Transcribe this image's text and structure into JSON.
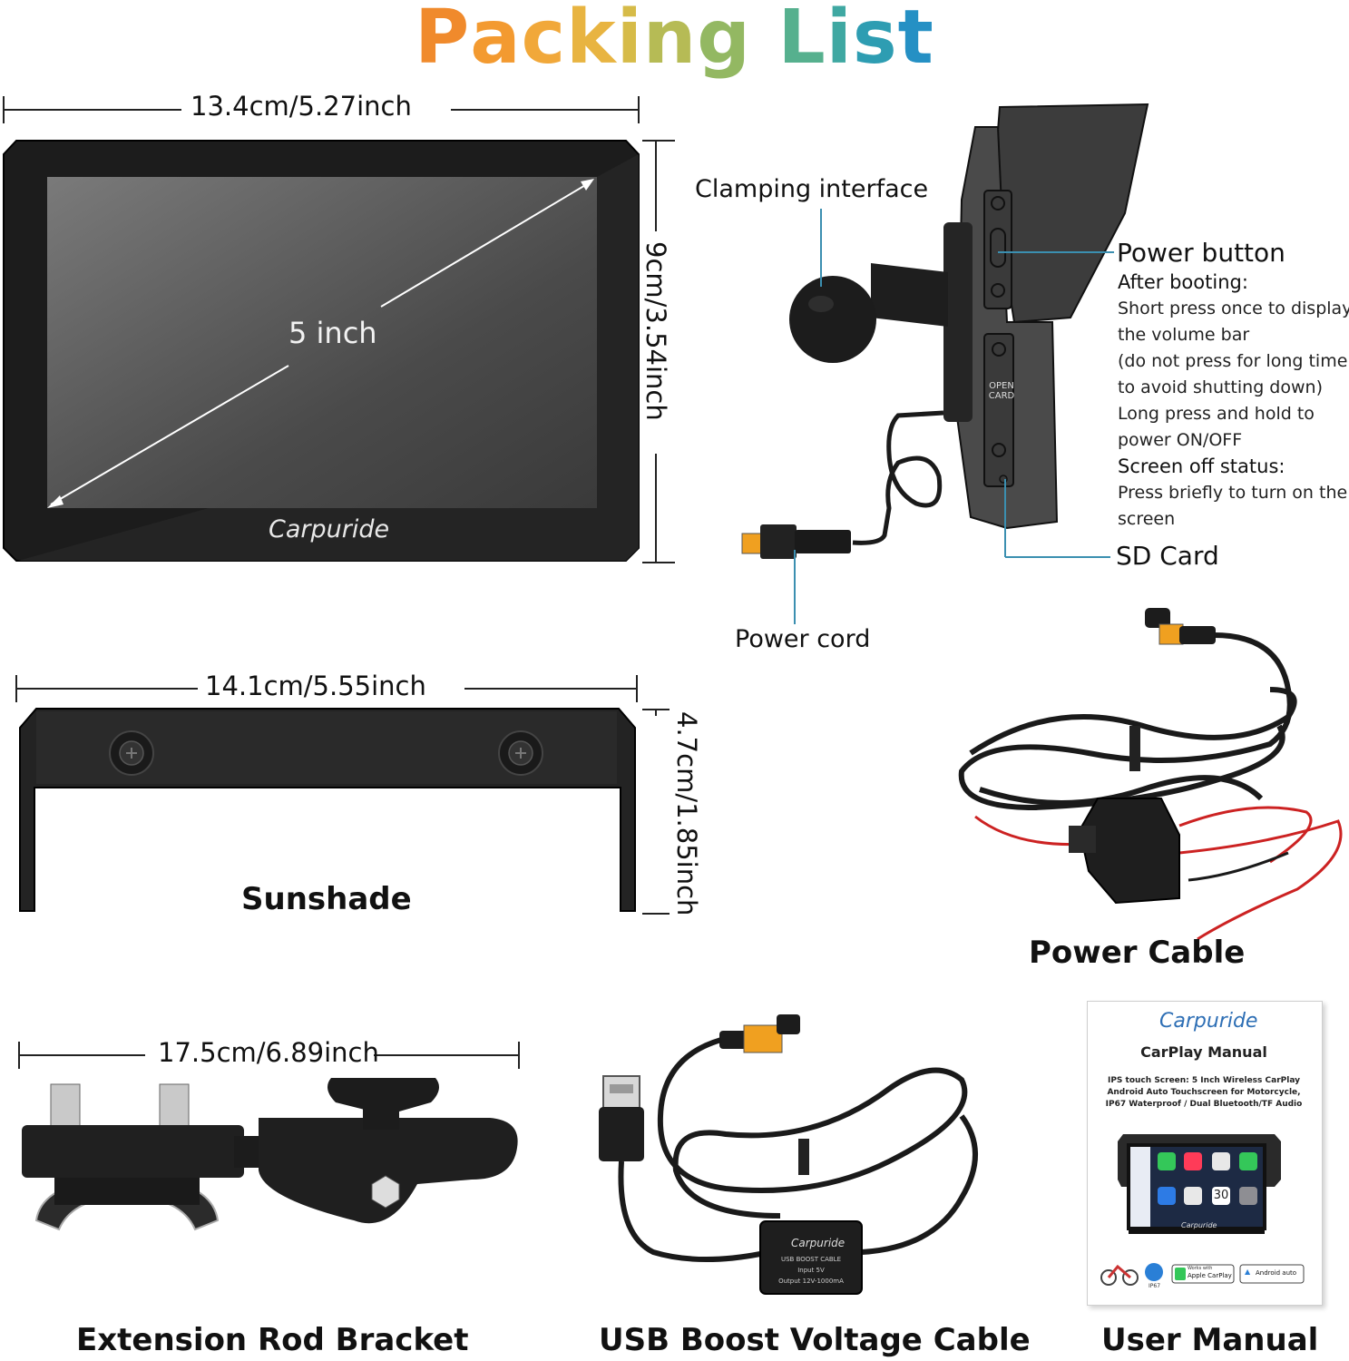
{
  "title": {
    "letters": [
      {
        "ch": "P",
        "color": "#f08a2c"
      },
      {
        "ch": "a",
        "color": "#f39a30"
      },
      {
        "ch": "c",
        "color": "#f1a83a"
      },
      {
        "ch": "k",
        "color": "#e8b441"
      },
      {
        "ch": "i",
        "color": "#d6bb48"
      },
      {
        "ch": "n",
        "color": "#b6bb55"
      },
      {
        "ch": "g",
        "color": "#93b862"
      },
      {
        "ch": " ",
        "color": "#ffffff"
      },
      {
        "ch": "L",
        "color": "#56b08e"
      },
      {
        "ch": "i",
        "color": "#3fa8a2"
      },
      {
        "ch": "s",
        "color": "#2e9db2"
      },
      {
        "ch": "t",
        "color": "#2590c4"
      }
    ]
  },
  "screen": {
    "width_label": "13.4cm/5.27inch",
    "height_label": "9cm/3.54inch",
    "diagonal_label": "5 inch",
    "brand": "Carpuride"
  },
  "side_view": {
    "clamping_label": "Clamping interface",
    "power_button_label": "Power button",
    "after_booting_heading": "After booting:",
    "after_booting_lines": [
      "Short press once to display",
      "the volume bar",
      "(do not press for long time",
      "to avoid shutting down)",
      "Long press and hold to",
      "power ON/OFF"
    ],
    "screen_off_heading": "Screen off status:",
    "screen_off_lines": [
      "Press briefly to turn on the",
      "screen"
    ],
    "sd_card_label": "SD Card",
    "power_cord_label": "Power cord",
    "open_card_text": "OPEN CARD"
  },
  "sunshade": {
    "width_label": "14.1cm/5.55inch",
    "height_label": "4.7cm/1.85inch",
    "name": "Sunshade"
  },
  "power_cable": {
    "name": "Power Cable"
  },
  "bracket": {
    "width_label": "17.5cm/6.89inch",
    "name": "Extension Rod Bracket"
  },
  "usb_cable": {
    "name": "USB Boost  Voltage Cable",
    "box_brand": "Carpuride",
    "box_line1": "USB BOOST CABLE",
    "box_line2": "Input 5V",
    "box_line3": "Output 12V-1000mA"
  },
  "manual": {
    "name": "User Manual",
    "brand": "Carpuride",
    "title": "CarPlay Manual",
    "desc_lines": [
      "IPS touch Screen: 5 Inch Wireless CarPlay",
      "Android Auto Touchscreen for Motorcycle,",
      "IP67  Waterproof / Dual Bluetooth/TF Audio"
    ],
    "badge_ip": "IP67",
    "badge_carplay_small": "Works with",
    "badge_carplay": "Apple CarPlay",
    "badge_android": "Android auto",
    "tile_number": "30"
  }
}
